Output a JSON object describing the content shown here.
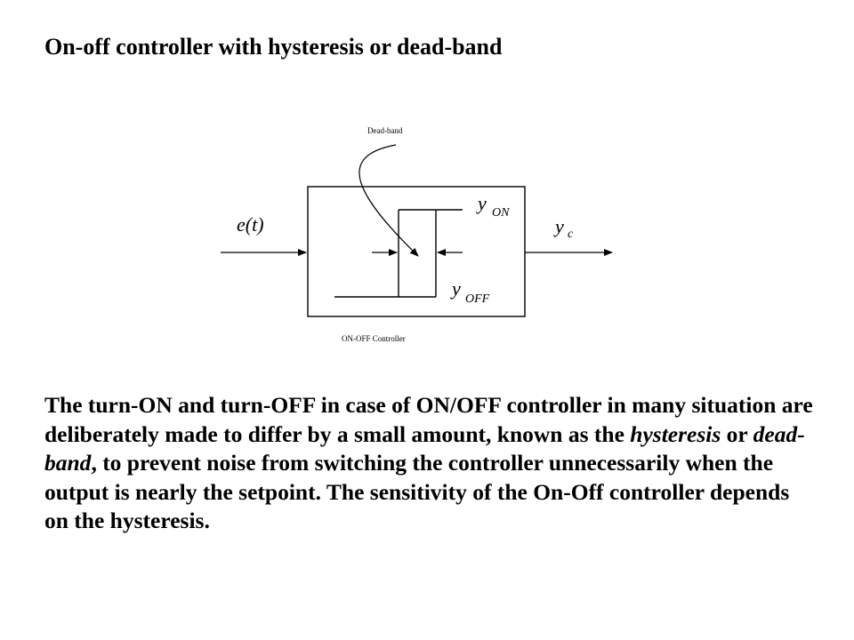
{
  "title": "On-off controller with hysteresis or dead-band",
  "diagram": {
    "deadband_label": "Dead-band",
    "controller_label": "ON-OFF Controller",
    "input_label": "e(t)",
    "output_symbol": "y",
    "output_subscript": "c",
    "on_symbol": "y",
    "on_subscript": "ON",
    "off_symbol": "y",
    "off_subscript": "OFF"
  },
  "paragraph": {
    "part1": "The turn-ON and turn-OFF in case of ON/OFF controller in many situation are deliberately made to differ by a small amount, known as the ",
    "hysteresis": "hysteresis",
    "or": " or ",
    "deadband": "dead-band",
    "part2": ", to prevent noise from switching the controller unnecessarily when the output is nearly the setpoint. The sensitivity of the On-Off controller depends on the hysteresis."
  }
}
